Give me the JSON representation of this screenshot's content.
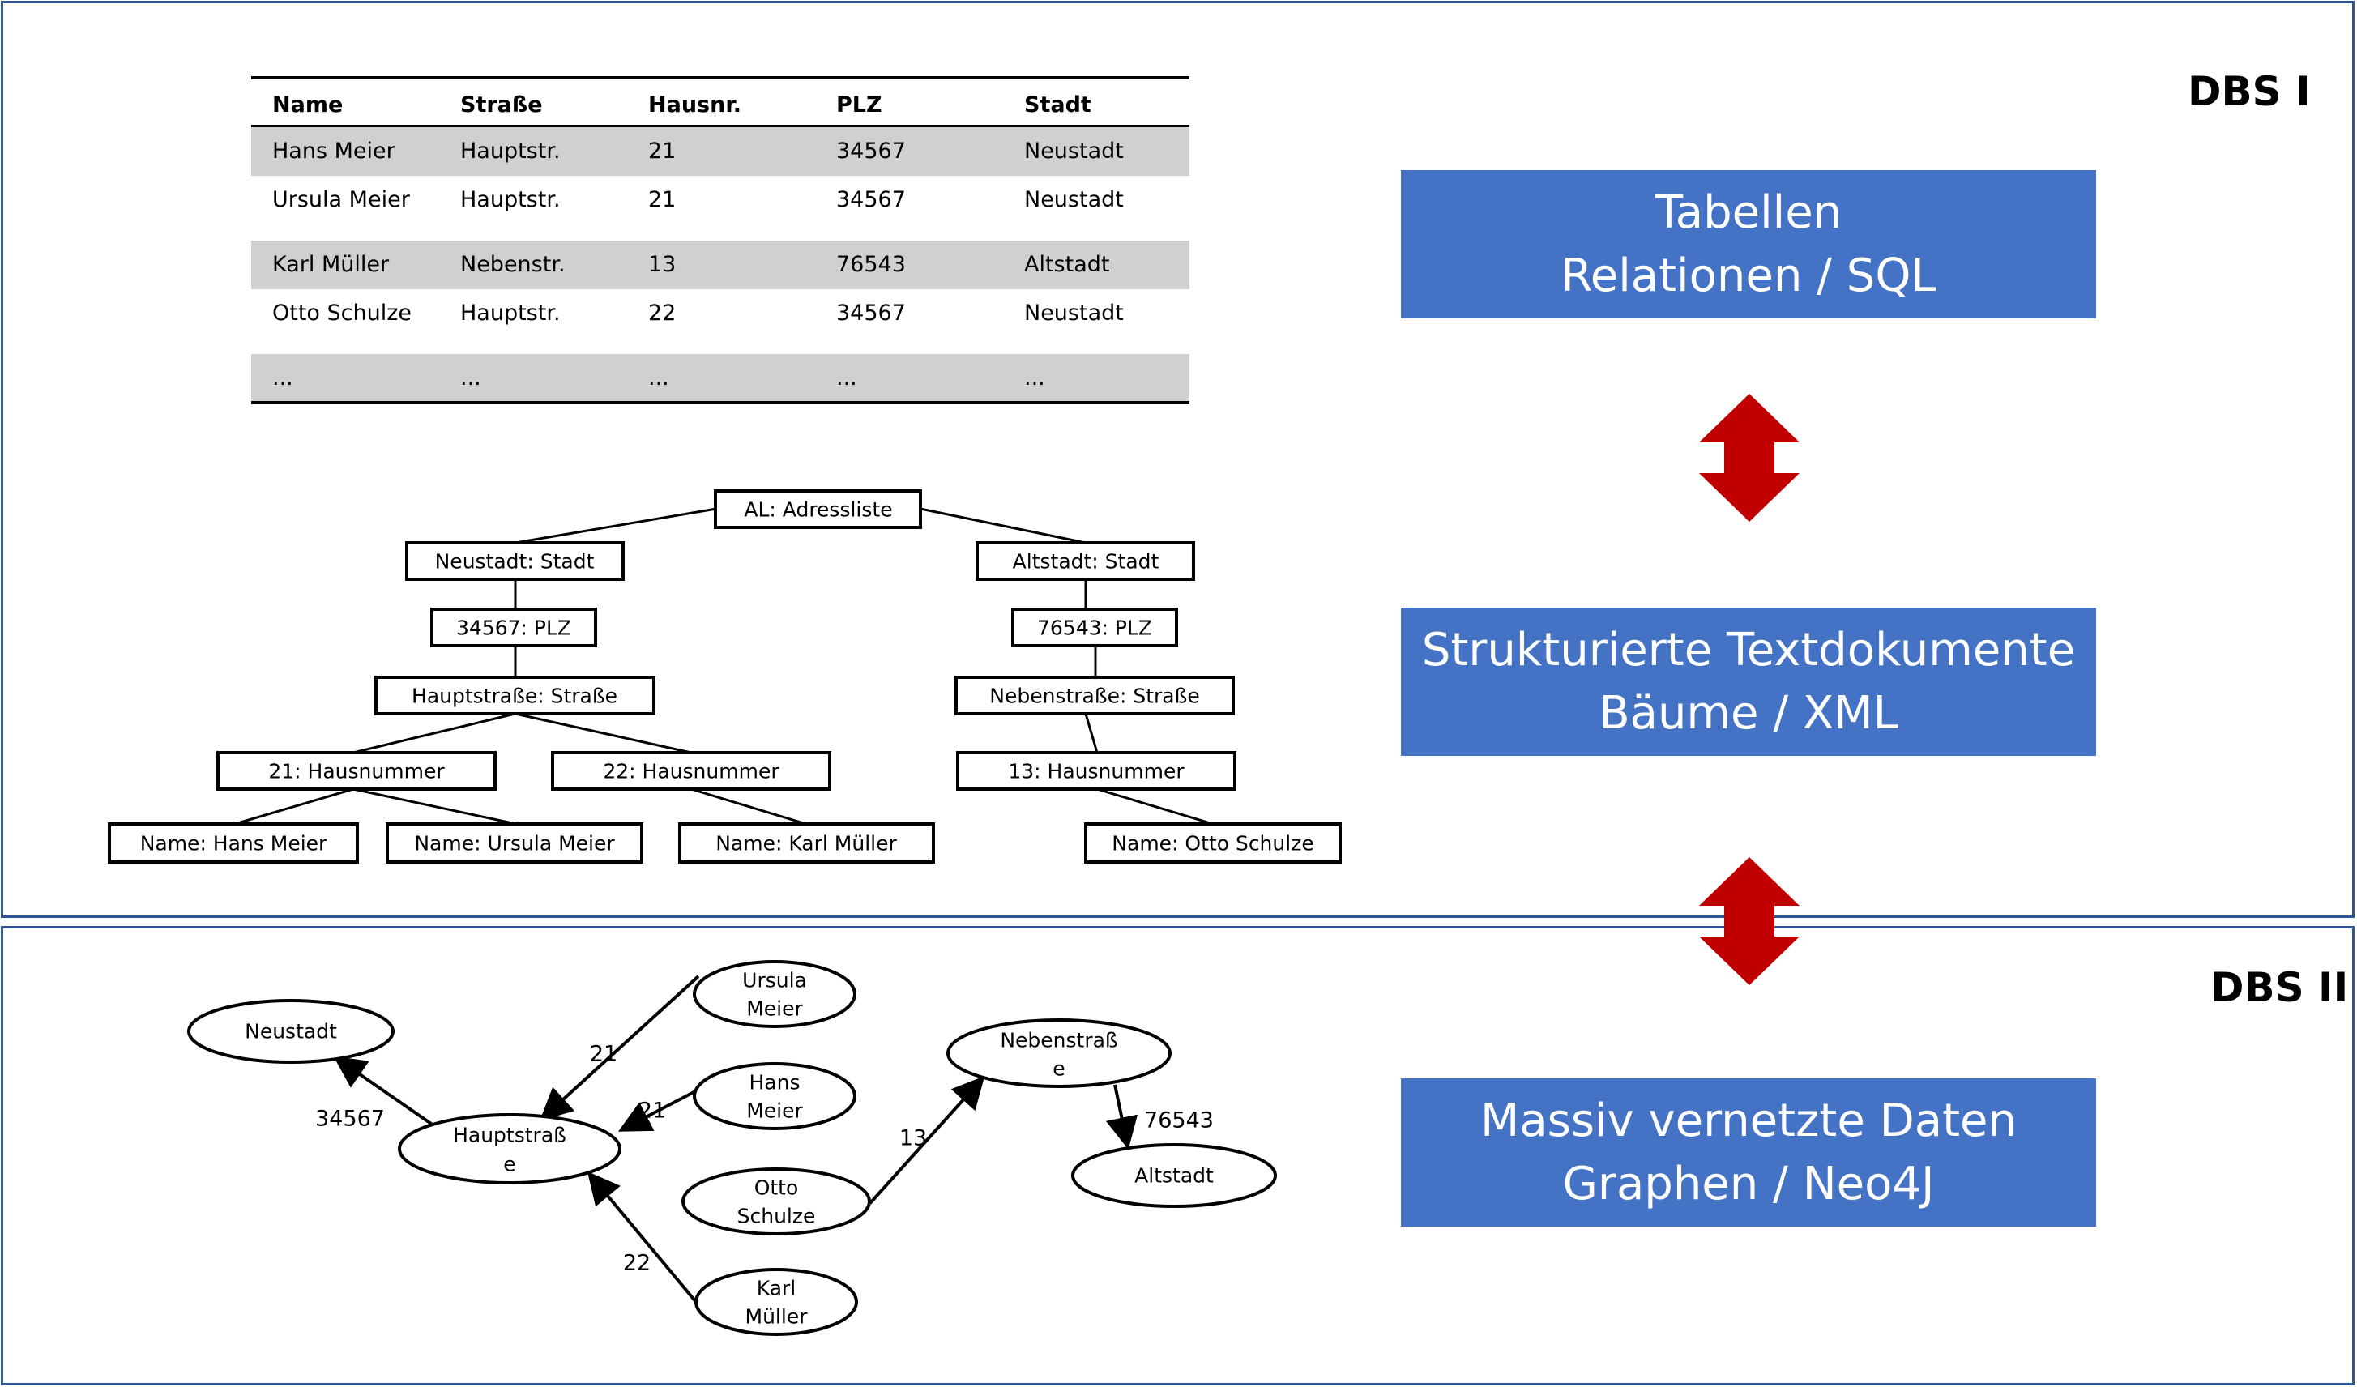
{
  "sections": {
    "top_label": "DBS I",
    "bottom_label": "DBS II"
  },
  "boxes": [
    {
      "line1": "Tabellen",
      "line2": "Relationen / SQL"
    },
    {
      "line1": "Strukturierte Textdokumente",
      "line2": "Bäume / XML"
    },
    {
      "line1": "Massiv vernetzte Daten",
      "line2": "Graphen / Neo4J"
    }
  ],
  "table": {
    "headers": [
      "Name",
      "Straße",
      "Hausnr.",
      "PLZ",
      "Stadt"
    ],
    "rows": [
      [
        "Hans Meier",
        "Hauptstr.",
        "21",
        "34567",
        "Neustadt"
      ],
      [
        "Ursula Meier",
        "Hauptstr.",
        "21",
        "34567",
        "Neustadt"
      ],
      [
        "Karl Müller",
        "Nebenstr.",
        "13",
        "76543",
        "Altstadt"
      ],
      [
        "Otto Schulze",
        "Hauptstr.",
        "22",
        "34567",
        "Neustadt"
      ],
      [
        "...",
        "...",
        "...",
        "...",
        "..."
      ]
    ]
  },
  "tree": {
    "root": "AL: Adressliste",
    "nodes": {
      "neustadt": "Neustadt: Stadt",
      "altstadt": "Altstadt: Stadt",
      "plz_34567": "34567: PLZ",
      "plz_76543": "76543: PLZ",
      "hauptstrasse": "Hauptstraße: Straße",
      "nebenstrasse": "Nebenstraße: Straße",
      "nr_21": "21: Hausnummer",
      "nr_22": "22: Hausnummer",
      "nr_13": "13: Hausnummer",
      "hans": "Name: Hans Meier",
      "ursula": "Name: Ursula Meier",
      "karl": "Name: Karl Müller",
      "otto": "Name: Otto Schulze"
    }
  },
  "graph": {
    "nodes": {
      "neustadt": [
        "Neustadt"
      ],
      "hauptstrasse": [
        "Hauptstraß",
        "e"
      ],
      "ursula": [
        "Ursula",
        "Meier"
      ],
      "hans": [
        "Hans",
        "Meier"
      ],
      "otto": [
        "Otto",
        "Schulze"
      ],
      "karl": [
        "Karl",
        "Müller"
      ],
      "nebenstrasse": [
        "Nebenstraß",
        "e"
      ],
      "altstadt": [
        "Altstadt"
      ]
    },
    "edges": {
      "haupt_neustadt": "34567",
      "ursula_haupt": "21",
      "hans_haupt": "21",
      "karl_haupt": "22",
      "otto_neben": "13",
      "neben_altstadt": "76543"
    }
  },
  "colors": {
    "frame_border": "#2f5597",
    "box_fill": "#4472c4",
    "box_text": "#ffffff",
    "arrow_fill": "#c00000",
    "table_shade": "#d0d0d0"
  }
}
